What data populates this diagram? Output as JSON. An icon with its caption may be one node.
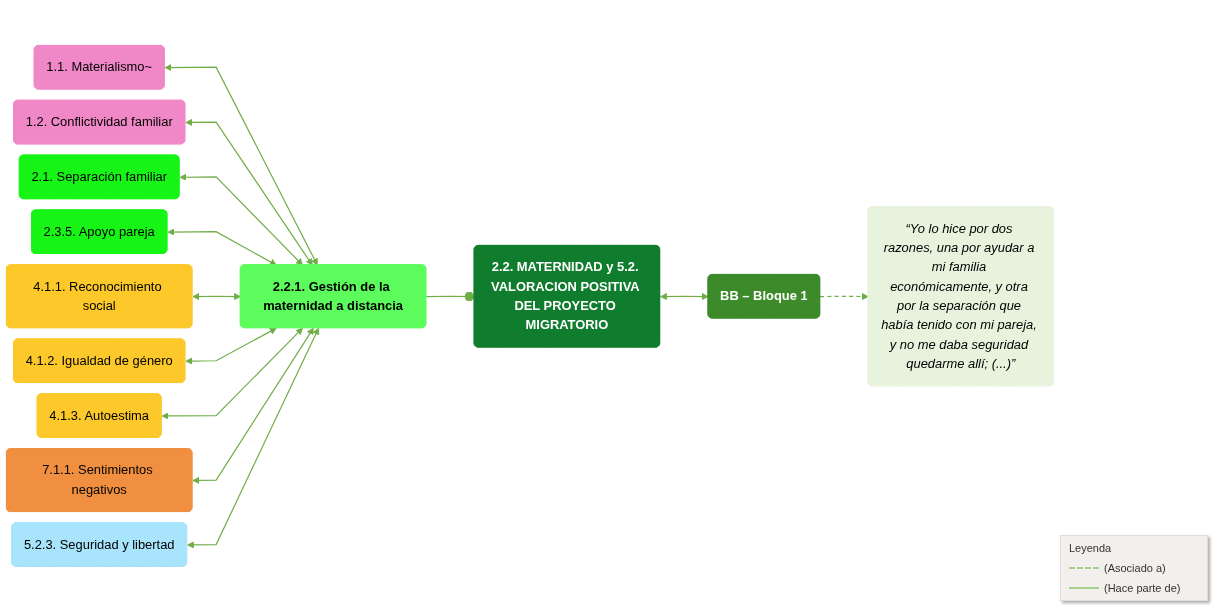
{
  "diagram": {
    "nodes": [
      {
        "text": [
          "2.2. MATERNIDAD y 5.2. VALORACION POSITIVA DEL PROYECTO MIGRATORIO"
        ]
      },
      {
        "text": [
          "BB – Bloque 1"
        ]
      },
      {
        "text": [
          "“Yo lo hice por dos razones, una por ayudar a mi familia económicamente, y otra por la separación que había tenido con mi pareja, y no me daba seguridad quedarme allí; (...)”"
        ]
      },
      {
        "text": [
          "1.1. Materialismo~"
        ]
      },
      {
        "text": [
          "1.2. Conflictividad familiar"
        ]
      },
      {
        "text": [
          "2.2.1. Gestión de la maternidad a distancia"
        ]
      },
      {
        "text": [
          "2.1. Separación familiar"
        ]
      },
      {
        "text": [
          "2.3.5. Apoyo pareja"
        ]
      },
      {
        "text": [
          "4.1.1. Reconocimiento social"
        ]
      },
      {
        "text": [
          "4.1.2. Igualdad de género"
        ]
      },
      {
        "text": [
          "4.1.3. Autoestima"
        ]
      },
      {
        "text": [
          "7.1.1. Sentimientos negativos"
        ]
      },
      {
        "text": [
          "5.2.3. Seguridad y libertad"
        ]
      }
    ],
    "edges": [
      {
        "from": 5,
        "to": 0,
        "arrow": "other"
      },
      {
        "from": 0,
        "to": 1,
        "arrow": "both"
      },
      {
        "from": 1,
        "to": 2,
        "arrow": "to",
        "style": "dashed"
      },
      {
        "from": 3,
        "to": 5,
        "arrow": "both"
      },
      {
        "from": 4,
        "to": 5,
        "arrow": "both"
      },
      {
        "from": 6,
        "to": 5,
        "arrow": "both"
      },
      {
        "from": 7,
        "to": 5,
        "arrow": "both"
      },
      {
        "from": 8,
        "to": 5,
        "arrow": "both"
      },
      {
        "from": 9,
        "to": 5,
        "arrow": "both"
      },
      {
        "from": 10,
        "to": 5,
        "arrow": "both"
      },
      {
        "from": 11,
        "to": 5,
        "arrow": "both"
      },
      {
        "from": 12,
        "to": 5,
        "arrow": "both"
      }
    ],
    "labels": [
      "Leyenda"
    ],
    "legend": [
      {
        "text": "(Asociado a)"
      },
      {
        "text": "(Hace parte de)"
      }
    ]
  }
}
